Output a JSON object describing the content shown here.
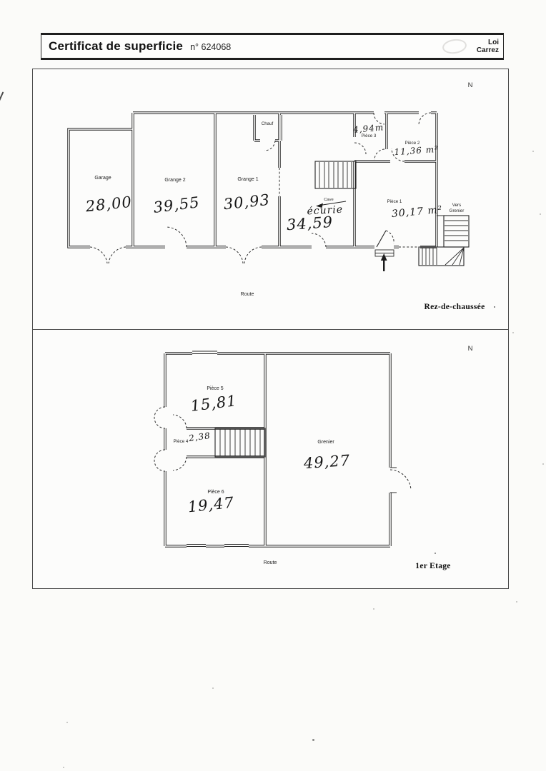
{
  "header": {
    "title": "Certificat de superficie",
    "number": "n° 624068",
    "law_line1": "Loi",
    "law_line2": "Carrez"
  },
  "ground_floor": {
    "compass": "N",
    "floor_name": "Rez-de-chaussée",
    "road_label": "Route",
    "stairs_label_line1": "Vers",
    "stairs_label_line2": "Grenier",
    "rooms": {
      "garage": {
        "label": "Garage",
        "area": "28,00"
      },
      "grange2": {
        "label": "Grange 2",
        "area": "39,55"
      },
      "grange1": {
        "label": "Grange 1",
        "area": "30,93"
      },
      "chauf": {
        "label": "Chauf"
      },
      "piece3": {
        "label": "Pièce 3",
        "area": "4,94m"
      },
      "piece2": {
        "label": "Pièce 2",
        "area": "11,36 m²"
      },
      "piece1": {
        "label": "Pièce 1",
        "area": "30,17 m²"
      },
      "ecurie": {
        "printed_label": "Cave",
        "handwritten_label": "écurie",
        "area": "34,59"
      }
    }
  },
  "first_floor": {
    "compass": "N",
    "floor_name": "1er Etage",
    "road_label": "Route",
    "rooms": {
      "piece5": {
        "label": "Pièce 5",
        "area": "15,81"
      },
      "piece4": {
        "label": "Pièce 4",
        "area": "2,38"
      },
      "piece6": {
        "label": "Pièce 6",
        "area": "19,47"
      },
      "grenier": {
        "label": "Grenier",
        "area": "49,27"
      }
    }
  }
}
